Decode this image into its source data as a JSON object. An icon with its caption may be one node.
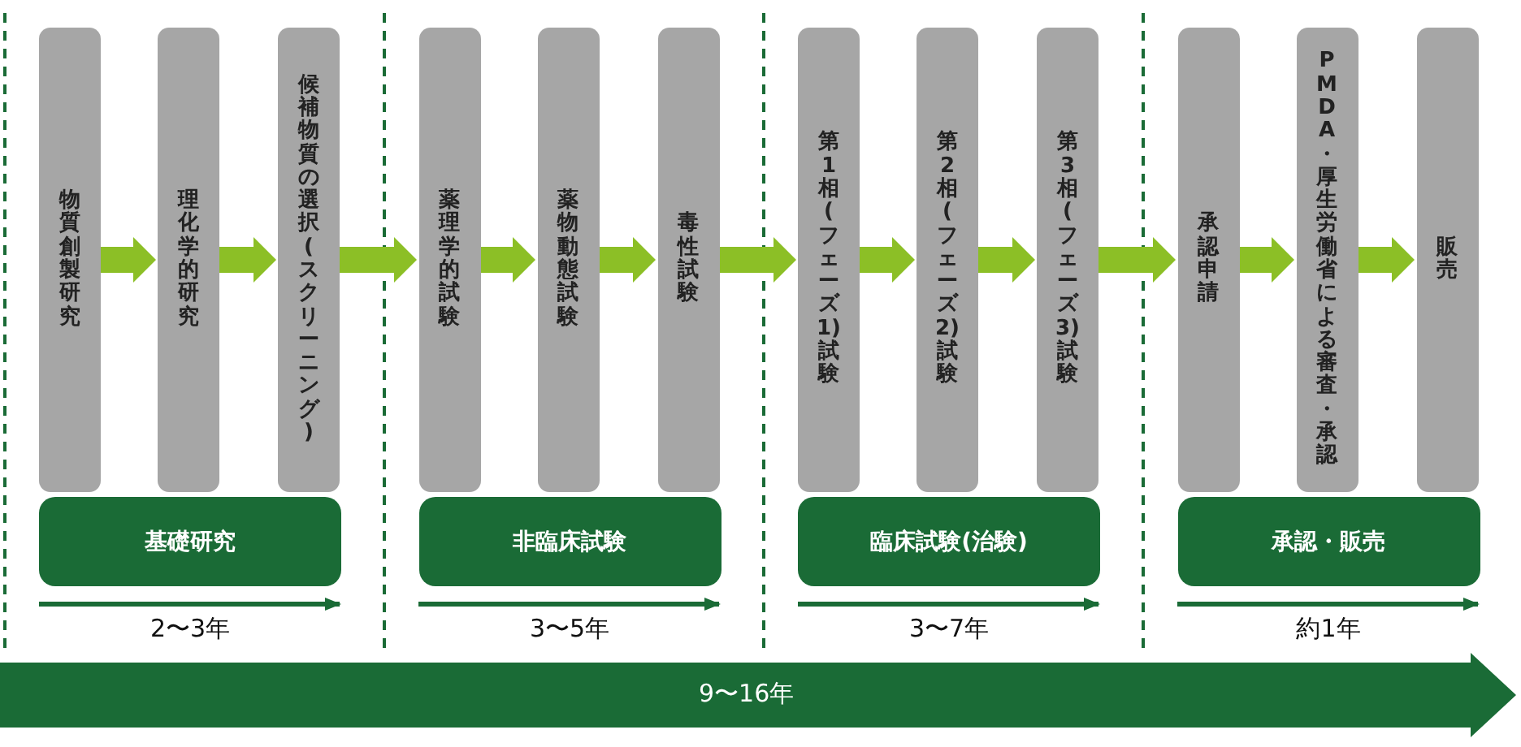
{
  "diagram": {
    "nodes": [
      {
        "text": [
          "物質創製研究"
        ]
      },
      {
        "text": [
          "理化学的研究"
        ]
      },
      {
        "text": [
          "候補物質の選択(スクリーニング)"
        ]
      },
      {
        "text": [
          "薬理学的試験"
        ]
      },
      {
        "text": [
          "薬物動態試験"
        ]
      },
      {
        "text": [
          "毒性試験"
        ]
      },
      {
        "text": [
          "第1相(フェーズ1)試験"
        ]
      },
      {
        "text": [
          "第2相(フェーズ2)試験"
        ]
      },
      {
        "text": [
          "第3相(フェーズ3)試験"
        ]
      },
      {
        "text": [
          "承認申請"
        ]
      },
      {
        "text": [
          "PMDA・厚生労働省による審査・承認"
        ]
      },
      {
        "text": [
          "販売"
        ]
      },
      {
        "text": [
          "基礎研究"
        ],
        "beside": [
          "2〜3年"
        ]
      },
      {
        "text": [
          "非臨床試験"
        ],
        "beside": [
          "3〜5年"
        ]
      },
      {
        "text": [
          "臨床試験(治験)"
        ],
        "beside": [
          "3〜7年"
        ]
      },
      {
        "text": [
          "承認・販売"
        ],
        "beside": [
          "約1年"
        ]
      }
    ],
    "edges": [
      {
        "from": 0,
        "to": 1,
        "arrow": "to"
      },
      {
        "from": 1,
        "to": 2,
        "arrow": "to"
      },
      {
        "from": 2,
        "to": 3,
        "arrow": "to"
      },
      {
        "from": 3,
        "to": 4,
        "arrow": "to"
      },
      {
        "from": 4,
        "to": 5,
        "arrow": "to"
      },
      {
        "from": 5,
        "to": 6,
        "arrow": "to"
      },
      {
        "from": 6,
        "to": 7,
        "arrow": "to"
      },
      {
        "from": 7,
        "to": 8,
        "arrow": "to"
      },
      {
        "from": 8,
        "to": 9,
        "arrow": "to"
      },
      {
        "from": 9,
        "to": 10,
        "arrow": "to"
      },
      {
        "from": 10,
        "to": 11,
        "arrow": "to"
      }
    ],
    "labels": [
      "9〜16年"
    ]
  }
}
